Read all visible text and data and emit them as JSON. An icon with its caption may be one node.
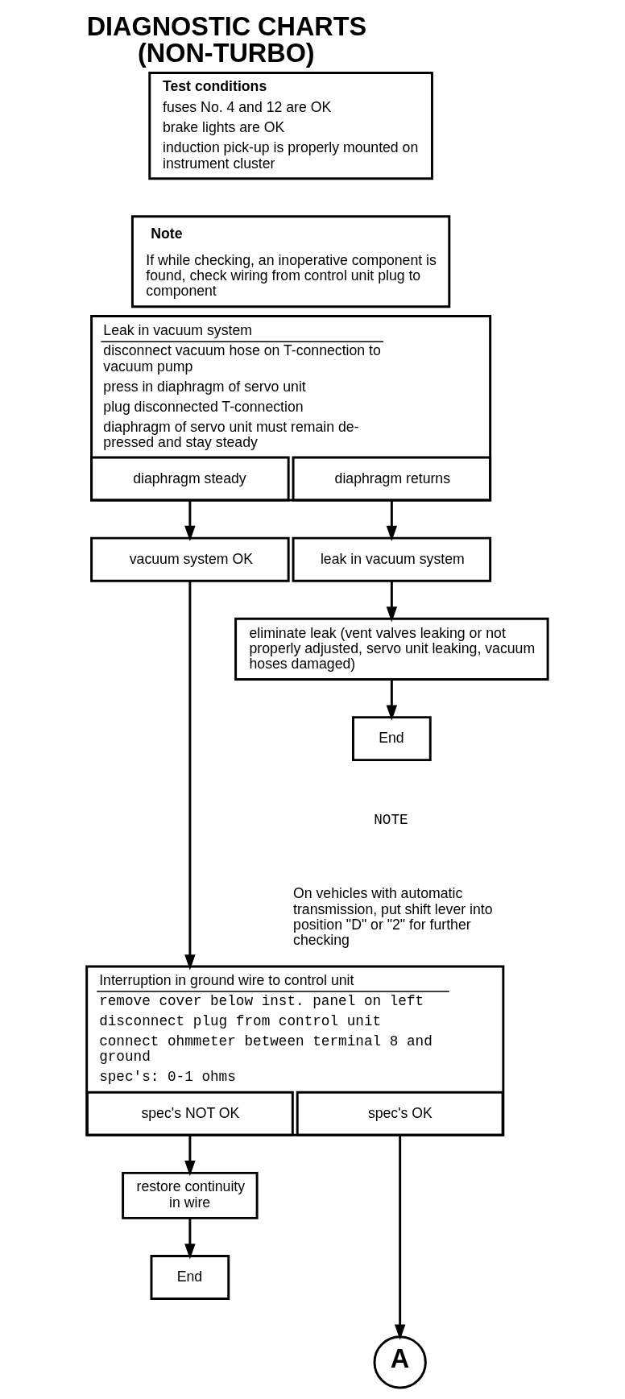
{
  "diagram": {
    "title": "DIAGNOSTIC CHARTS (NON-TURBO)",
    "nodes": [
      {
        "text": [
          "Test conditions",
          "fuses No. 4 and 12 are OK",
          "brake lights are OK",
          "induction pick-up is properly mounted on instrument cluster"
        ]
      },
      {
        "text": [
          "Note",
          "If while checking, an inoperative component is found, check wiring from control unit plug to component"
        ]
      },
      {
        "text": [
          "Leak in vacuum system",
          "disconnect vacuum hose on T-connection to vacuum pump",
          "press in diaphragm of servo unit",
          "plug disconnected T-connection",
          "diaphragm of servo unit must remain de- pressed and stay steady"
        ]
      },
      {
        "text": [
          "diaphragm steady"
        ],
        "in": 2
      },
      {
        "text": [
          "diaphragm returns"
        ],
        "in": 2
      },
      {
        "text": [
          "vacuum system OK"
        ]
      },
      {
        "text": [
          "leak in vacuum system"
        ]
      },
      {
        "text": [
          "eliminate leak (vent valves leaking or not properly adjusted, servo unit leaking, vacuum hoses damaged)"
        ]
      },
      {
        "text": [
          "End"
        ]
      },
      {
        "text": [
          "Interruption in ground wire to control unit",
          "remove cover below inst. panel on left",
          "disconnect plug from control unit",
          "connect ohmmeter between terminal 8 and ground",
          "spec's: 0-1 ohms"
        ]
      },
      {
        "text": [
          "spec's NOT OK"
        ],
        "in": 9
      },
      {
        "text": [
          "spec's OK"
        ],
        "in": 9
      },
      {
        "text": [
          "restore continuity in wire"
        ]
      },
      {
        "text": [
          "End"
        ]
      },
      {
        "text": [
          "A"
        ]
      }
    ],
    "edges": [
      {
        "from": 3,
        "to": 5,
        "arrow": "to"
      },
      {
        "from": 4,
        "to": 6,
        "arrow": "to"
      },
      {
        "from": 6,
        "to": 7,
        "arrow": "to"
      },
      {
        "from": 7,
        "to": 8,
        "arrow": "to"
      },
      {
        "from": 5,
        "to": 9,
        "arrow": "to"
      },
      {
        "from": 10,
        "to": 12,
        "arrow": "to"
      },
      {
        "from": 12,
        "to": 13,
        "arrow": "to"
      },
      {
        "from": 11,
        "to": 14,
        "arrow": "to"
      }
    ],
    "labels": [
      "NOTE",
      "On vehicles with automatic transmission, put shift lever into position \"D\" or \"2\" for further checking"
    ]
  }
}
